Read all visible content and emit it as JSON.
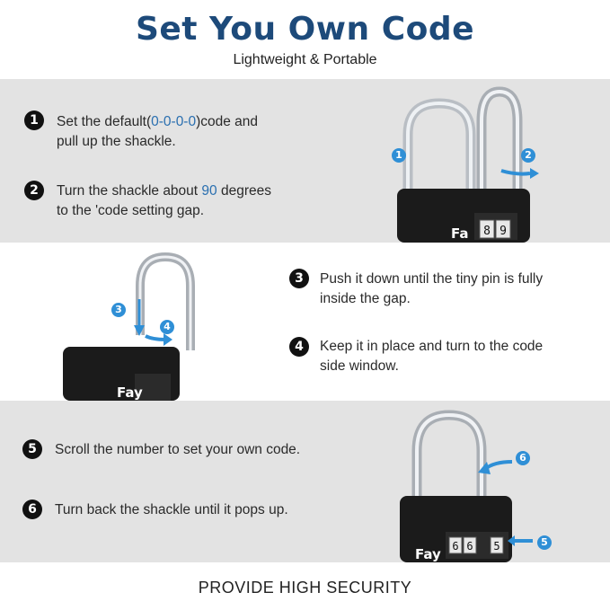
{
  "header": {
    "title": "Set You Own Code",
    "subtitle": "Lightweight & Portable"
  },
  "steps": [
    {
      "num": "1",
      "text_a": "Set the default(",
      "highlight": "0-0-0-0",
      "text_b": ")code and",
      "line2": "pull up the shackle."
    },
    {
      "num": "2",
      "text_a": "Turn the shackle about ",
      "highlight": "90",
      "text_b": " degrees",
      "line2": "to the 'code setting gap."
    },
    {
      "num": "3",
      "line1": "Push it down until the tiny pin is fully",
      "line2": "inside the gap."
    },
    {
      "num": "4",
      "line1": "Keep it in place and turn to the code",
      "line2": "side window."
    },
    {
      "num": "5",
      "line1": "Scroll the number to set your own code."
    },
    {
      "num": "6",
      "line1": "Turn back the shackle until it pops up."
    }
  ],
  "lock_labels": {
    "brand_fragment_1": "Fa",
    "brand_fragment_2": "Fay",
    "brand_fragment_3": "Fay",
    "dial_a": "8",
    "dial_b": "9",
    "dial_c": "6",
    "dial_d": "6",
    "dial_e": "5"
  },
  "badges": [
    "1",
    "2",
    "3",
    "4",
    "6",
    "5"
  ],
  "footer": {
    "text": "PROVIDE HIGH SECURITY"
  },
  "colors": {
    "title": "#1d4a7a",
    "highlight": "#2a6fb0",
    "badge": "#2f8fd6",
    "band": "#e3e3e3"
  }
}
